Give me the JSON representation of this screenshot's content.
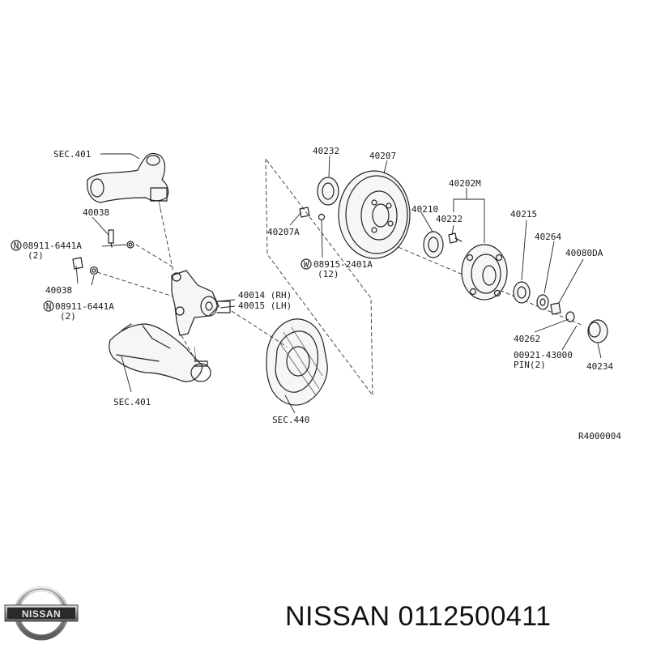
{
  "labels": {
    "sec401_top": "SEC.401",
    "p40038_a": "40038",
    "bolt_a": "08911-6441A",
    "qty_a": "(2)",
    "p40038_b": "40038",
    "bolt_b": "08911-6441A",
    "qty_b": "(2)",
    "p40014": "40014 (RH)",
    "p40015": "40015 (LH)",
    "sec401_bottom": "SEC.401",
    "sec440": "SEC.440",
    "p40232": "40232",
    "p40207": "40207",
    "p40207a": "40207A",
    "washer": "08915-2401A",
    "qty_w": "(12)",
    "p40210": "40210",
    "p40202m": "40202M",
    "p40222": "40222",
    "p40215": "40215",
    "p40264": "40264",
    "p40080da": "40080DA",
    "p40262": "40262",
    "pin_no": "00921-43000",
    "pin_qty": "PIN(2)",
    "p40234": "40234",
    "ref": "R4000004",
    "circle_n": "N",
    "circle_w": "W"
  },
  "logo": {
    "text": "NISSAN"
  },
  "caption": {
    "text": "NISSAN 0112500411"
  },
  "colors": {
    "ink": "#222222",
    "background": "#ffffff"
  }
}
